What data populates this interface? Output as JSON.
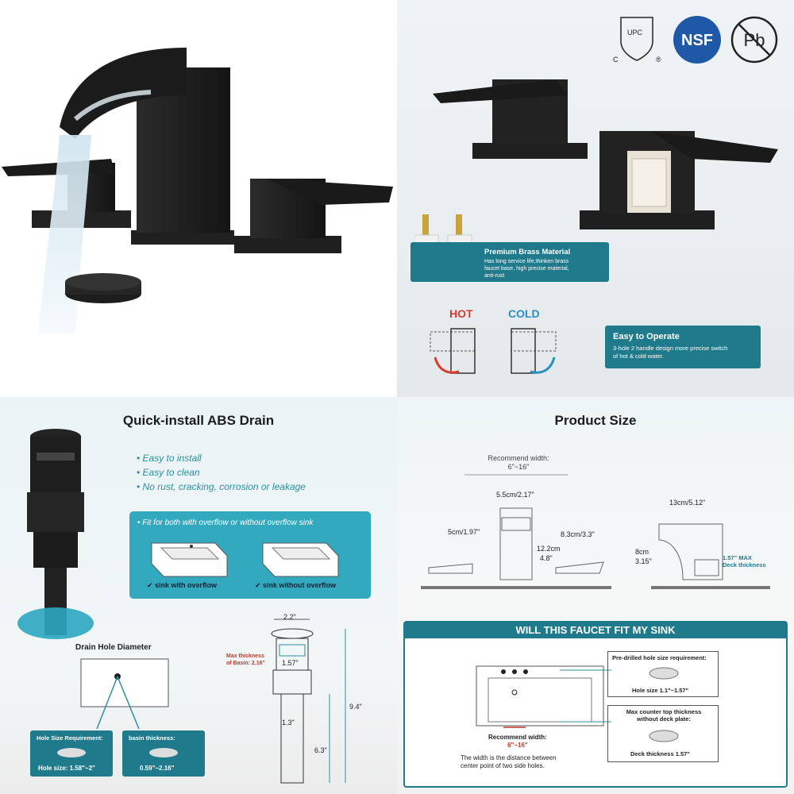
{
  "certifications": {
    "upc_letters": "UPC",
    "upc_c": "C",
    "upc_r": "®",
    "nsf": "NSF",
    "pb": "Pb"
  },
  "features": {
    "brass_title": "Premium Brass Material",
    "brass_desc_1": "Has long service life,thinken brass",
    "brass_desc_2": "faucet base, high precise material,",
    "brass_desc_3": "anti-rust",
    "hot_label": "HOT",
    "cold_label": "COLD",
    "operate_title": "Easy to Operate",
    "operate_desc_1": "3-hole 2 handle design more precise switch",
    "operate_desc_2": "of hot & cold water."
  },
  "drain": {
    "title": "Quick-install ABS Drain",
    "bullets": [
      "Easy to install",
      "Easy to clean",
      "No rust, cracking, corrosion or leakage"
    ],
    "fit_text": "Fit for both with overflow or without overflow sink",
    "with_overflow": "sink with overflow",
    "without_overflow": "sink without overflow",
    "hole_diameter_title": "Drain Hole Diameter",
    "hole_req_title": "Hole Size Requirement:",
    "hole_req_value": "Hole size: 1.58\"~2\"",
    "basin_title": "basin thickness:",
    "basin_value": "0.59\"~2.16\"",
    "max_thickness_1": "Max thickness",
    "max_thickness_2": "of Basin: 2.16\"",
    "dim_top": "2.2\"",
    "dim_mid": "1.57\"",
    "dim_pipe": "1.3\"",
    "dim_lower": "6.3\"",
    "dim_total": "9.4\""
  },
  "size": {
    "title": "Product Size",
    "recommend_1": "Recommend width:",
    "recommend_2": "6\"~16\"",
    "spout_w": "5.5cm/2.17\"",
    "handle_h": "5cm/1.97\"",
    "handle_w": "8.3cm/3.3\"",
    "height_cm": "12.2cm",
    "height_in": "4.8\"",
    "reach": "13cm/5.12\"",
    "spout_h_cm": "8cm",
    "spout_h_in": "3.15\"",
    "deck_1": "1.57\" MAX",
    "deck_2": "Deck thickness"
  },
  "fit": {
    "banner": "WILL THIS FAUCET FIT MY SINK",
    "predrilled": "Pre-drilled hole size requirement:",
    "hole_size": "Hole size 1.1\"~1.57\"",
    "max_counter_1": "Max counter top thickness",
    "max_counter_2": "without deck plate:",
    "deck_thickness": "Deck thickness 1.57\"",
    "recommend_1": "Recommend width:",
    "recommend_2": "6\"~16\"",
    "note_1": "The width is the distance between",
    "note_2": "center point of two side holes."
  },
  "colors": {
    "teal": "#1f7a8c",
    "accent": "#2a8fa4",
    "hot": "#d93a2b",
    "cold": "#2a8fbd",
    "black": "#1b1b1b",
    "red_dim": "#c0392b"
  }
}
